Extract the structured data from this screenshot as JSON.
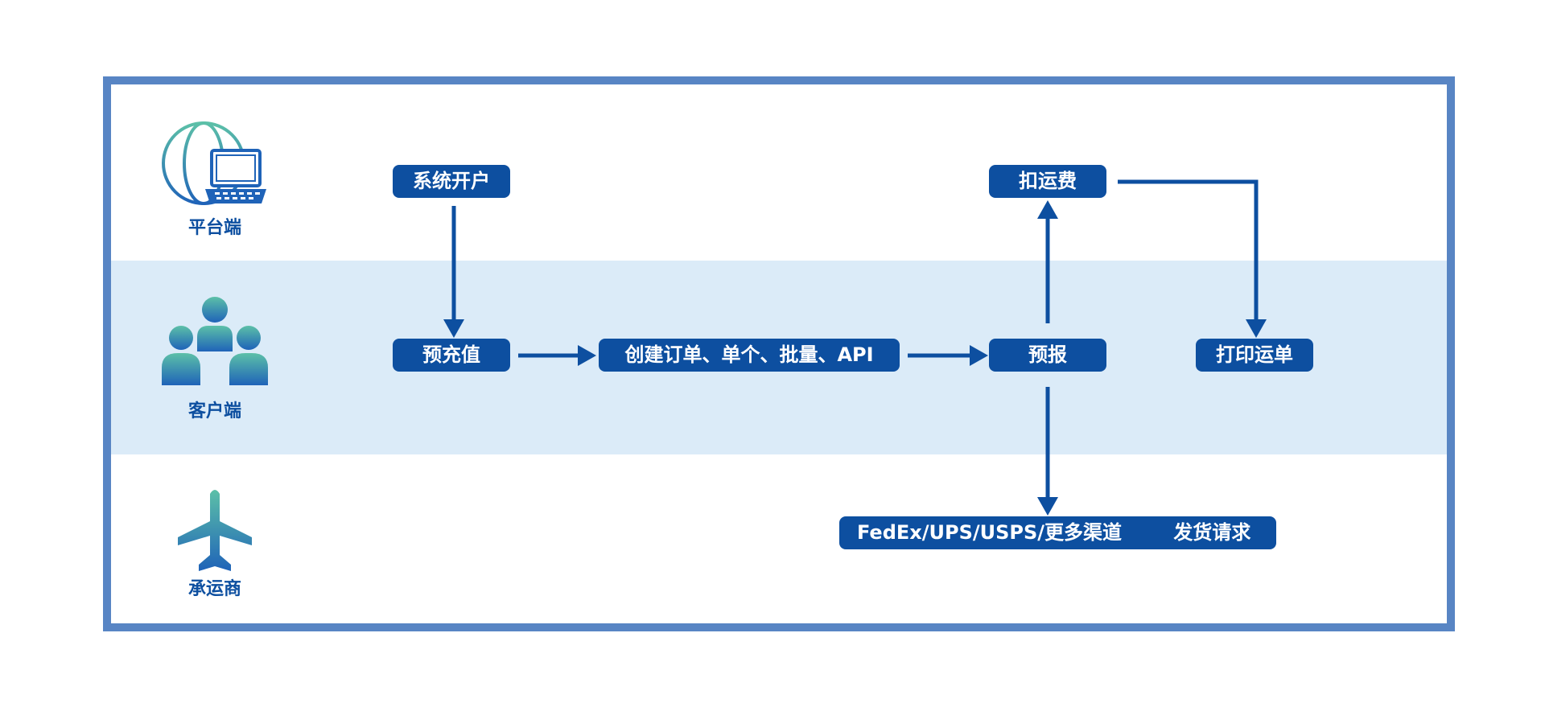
{
  "roles": {
    "platform": {
      "label": "平台端",
      "icon": "globe-laptop-icon"
    },
    "client": {
      "label": "客户端",
      "icon": "users-group-icon"
    },
    "carrier": {
      "label": "承运商",
      "icon": "airplane-icon"
    }
  },
  "nodes": {
    "open_account": "系统开户",
    "prepaid": "预充值",
    "create_order": "创建订单、单个、批量、API",
    "pre_report": "预报",
    "deduct_freight": "扣运费",
    "print_waybill": "打印运单",
    "carrier_channels": "FedEx/UPS/USPS/更多渠道",
    "shipping_request": "发货请求"
  },
  "colors": {
    "node_fill": "#0d4fa0",
    "frame_border": "#5885c4",
    "client_band": "#dbebf8",
    "icon_gradient_top": "#5cc0a8",
    "icon_gradient_bottom": "#1f63b8"
  }
}
